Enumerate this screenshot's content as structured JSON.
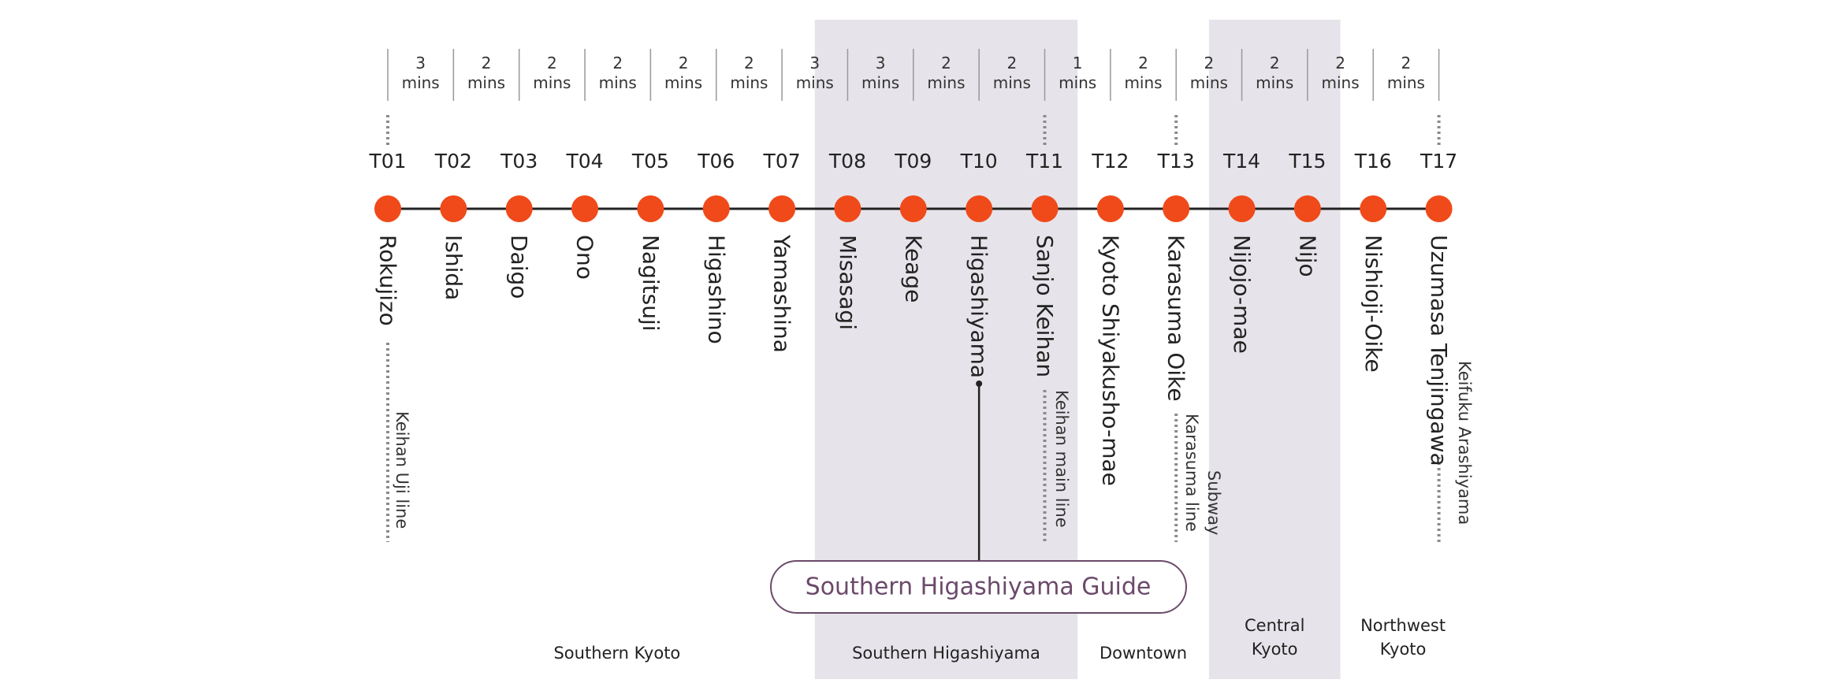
{
  "colors": {
    "station": "#f04a1a",
    "line": "#222222",
    "band": "#e6e4ea",
    "divider": "#999999",
    "dotted": "#8a8a8a",
    "guide_border": "#6b4a6a"
  },
  "travel_times": [
    {
      "value": "3",
      "unit": "mins"
    },
    {
      "value": "2",
      "unit": "mins"
    },
    {
      "value": "2",
      "unit": "mins"
    },
    {
      "value": "2",
      "unit": "mins"
    },
    {
      "value": "2",
      "unit": "mins"
    },
    {
      "value": "2",
      "unit": "mins"
    },
    {
      "value": "3",
      "unit": "mins"
    },
    {
      "value": "3",
      "unit": "mins"
    },
    {
      "value": "2",
      "unit": "mins"
    },
    {
      "value": "2",
      "unit": "mins"
    },
    {
      "value": "1",
      "unit": "mins"
    },
    {
      "value": "2",
      "unit": "mins"
    },
    {
      "value": "2",
      "unit": "mins"
    },
    {
      "value": "2",
      "unit": "mins"
    },
    {
      "value": "2",
      "unit": "mins"
    },
    {
      "value": "2",
      "unit": "mins"
    }
  ],
  "stations": [
    {
      "code": "T01",
      "name": "Rokujizo"
    },
    {
      "code": "T02",
      "name": "Ishida"
    },
    {
      "code": "T03",
      "name": "Daigo"
    },
    {
      "code": "T04",
      "name": "Ono"
    },
    {
      "code": "T05",
      "name": "Nagitsuji"
    },
    {
      "code": "T06",
      "name": "Higashino"
    },
    {
      "code": "T07",
      "name": "Yamashina"
    },
    {
      "code": "T08",
      "name": "Misasagi"
    },
    {
      "code": "T09",
      "name": "Keage"
    },
    {
      "code": "T10",
      "name": "Higashiyama"
    },
    {
      "code": "T11",
      "name": "Sanjo Keihan"
    },
    {
      "code": "T12",
      "name": "Kyoto Shiyakusho-mae"
    },
    {
      "code": "T13",
      "name": "Karasuma Oike"
    },
    {
      "code": "T14",
      "name": "Nijojo-mae"
    },
    {
      "code": "T15",
      "name": "Nijo"
    },
    {
      "code": "T16",
      "name": "Nishioji-Oike"
    },
    {
      "code": "T17",
      "name": "Uzumasa Tenjingawa"
    }
  ],
  "transfers": [
    {
      "station": "T01",
      "lines": [
        "Keihan Uji line"
      ]
    },
    {
      "station": "T11",
      "lines": [
        "Keihan main line"
      ]
    },
    {
      "station": "T13",
      "lines": [
        "Karasuma line",
        "Subway"
      ]
    },
    {
      "station": "T17",
      "lines": [
        "Keifuku Arashiyama"
      ]
    }
  ],
  "guide": {
    "label": "Southern Higashiyama Guide",
    "station": "T10"
  },
  "regions": [
    {
      "lines": [
        "Southern Kyoto"
      ],
      "from_station": "T01",
      "to_station": "T07",
      "shaded": false
    },
    {
      "lines": [
        "Southern Higashiyama"
      ],
      "from_station": "T08",
      "to_station": "T11",
      "shaded": true
    },
    {
      "lines": [
        "Downtown"
      ],
      "from_station": "T12",
      "to_station": "T13",
      "shaded": false
    },
    {
      "lines": [
        "Central",
        "Kyoto"
      ],
      "from_station": "T14",
      "to_station": "T15",
      "shaded": true
    },
    {
      "lines": [
        "Northwest",
        "Kyoto"
      ],
      "from_station": "T16",
      "to_station": "T17",
      "shaded": false
    }
  ]
}
